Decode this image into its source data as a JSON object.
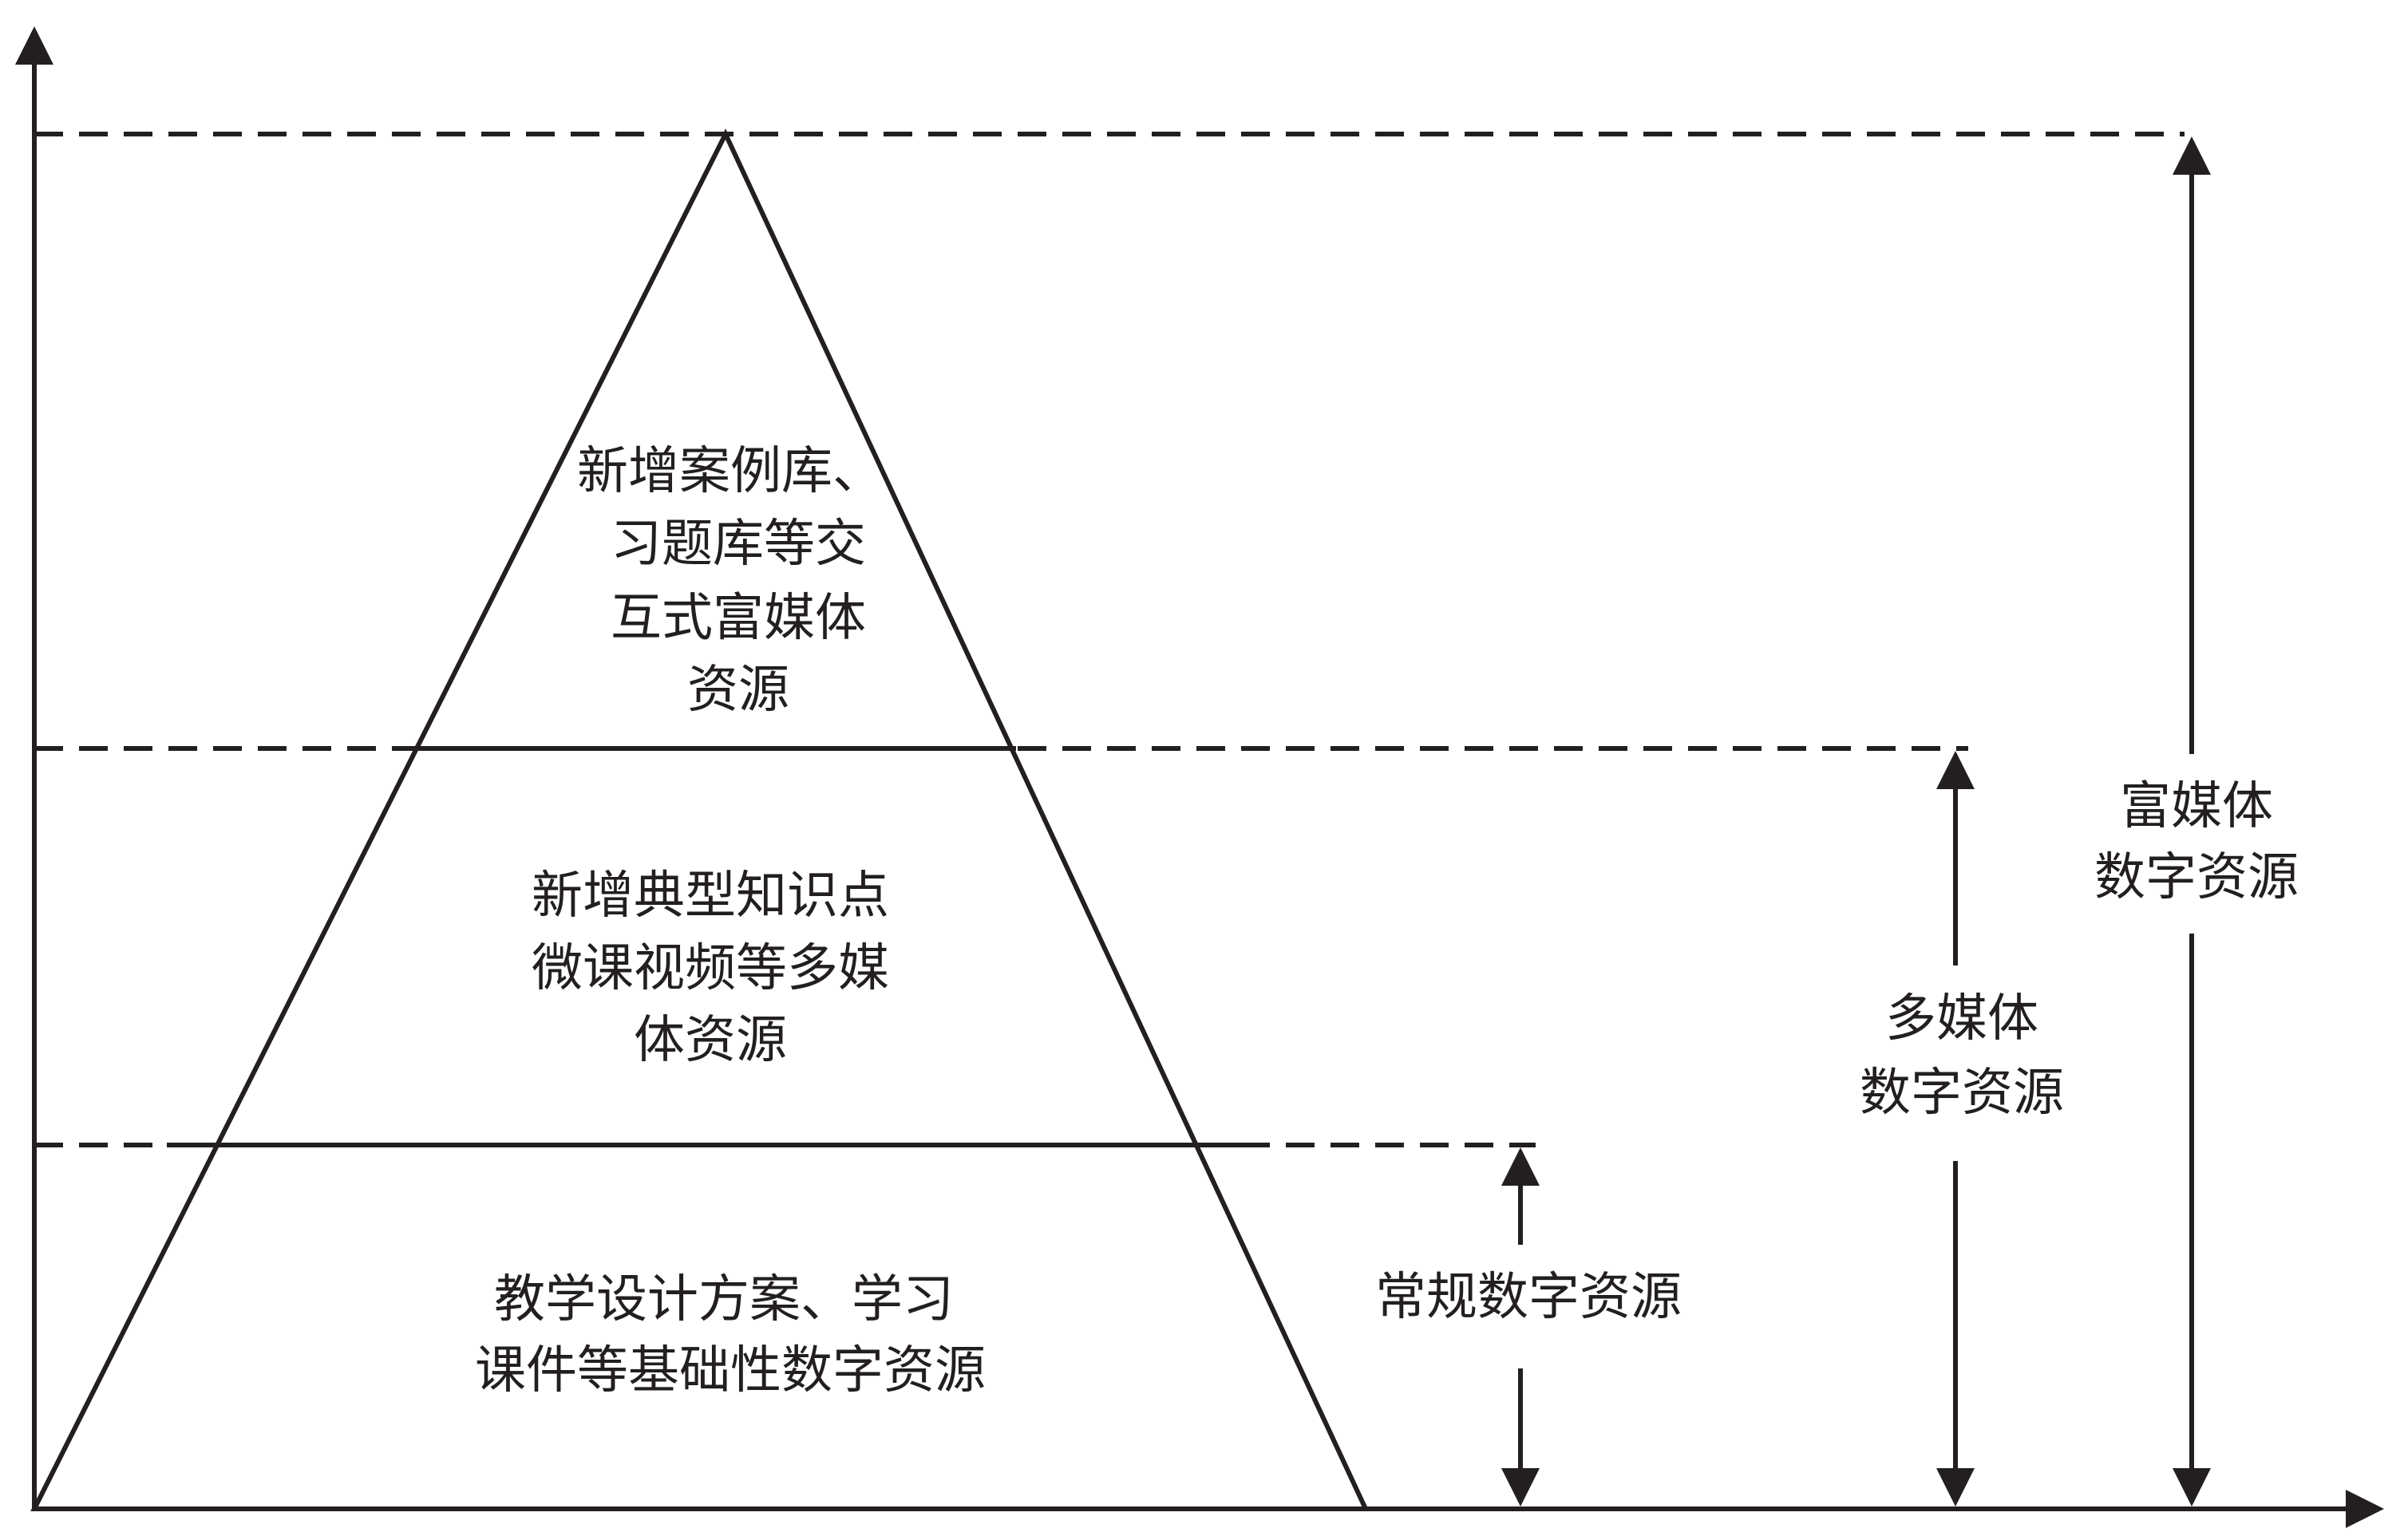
{
  "colors": {
    "line": "#231f20",
    "background": "#ffffff"
  },
  "pyramid": {
    "top": {
      "lines": [
        "新增案例库、",
        "习题库等交",
        "互式富媒体",
        "资源"
      ]
    },
    "middle": {
      "lines": [
        "新增典型知识点",
        "微课视频等多媒",
        "体资源"
      ]
    },
    "bottom": {
      "lines": [
        "教学设计方案、学习",
        "课件等基础性数字资源"
      ]
    }
  },
  "ranges": {
    "regular": {
      "lines": [
        "常规数字资源"
      ]
    },
    "multimedia": {
      "lines": [
        "多媒体",
        "数字资源"
      ]
    },
    "rich_media": {
      "lines": [
        "富媒体",
        "数字资源"
      ]
    }
  }
}
